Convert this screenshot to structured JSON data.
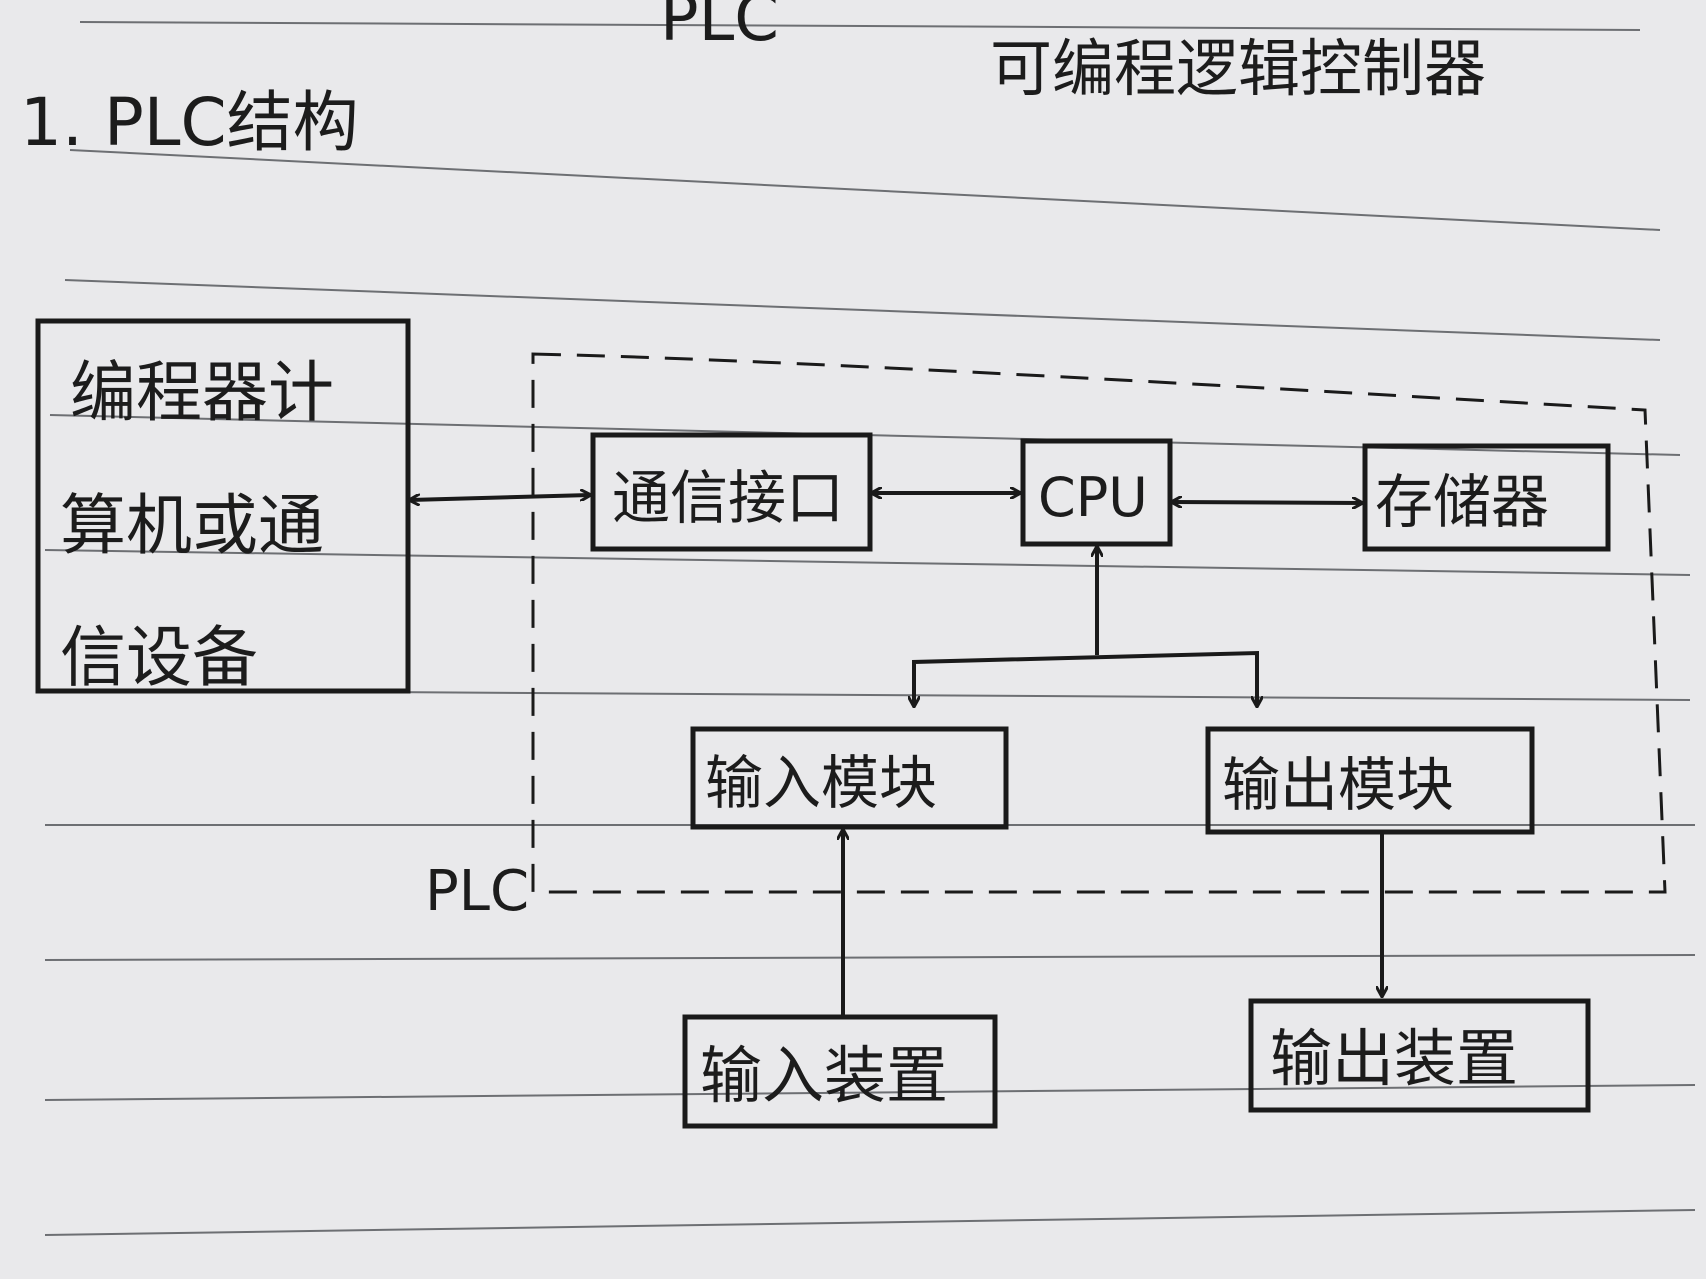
{
  "heading": {
    "prefix": "PLC",
    "text": "可编程逻辑控制器"
  },
  "section_title": "1. PLC结构",
  "nodes": {
    "programmer": {
      "line1": "编程器计",
      "line2": "算机或通",
      "line3": "信设备"
    },
    "comm_interface": "通信接口",
    "cpu": "CPU",
    "memory": "存储器",
    "input_module": "输入模块",
    "output_module": "输出模块",
    "input_device": "输入装置",
    "output_device": "输出装置"
  },
  "boundary_label": "PLC",
  "colors": {
    "ink": "#1a1a1a",
    "paper": "#e9e9eb",
    "rule": "#6d6f73"
  }
}
